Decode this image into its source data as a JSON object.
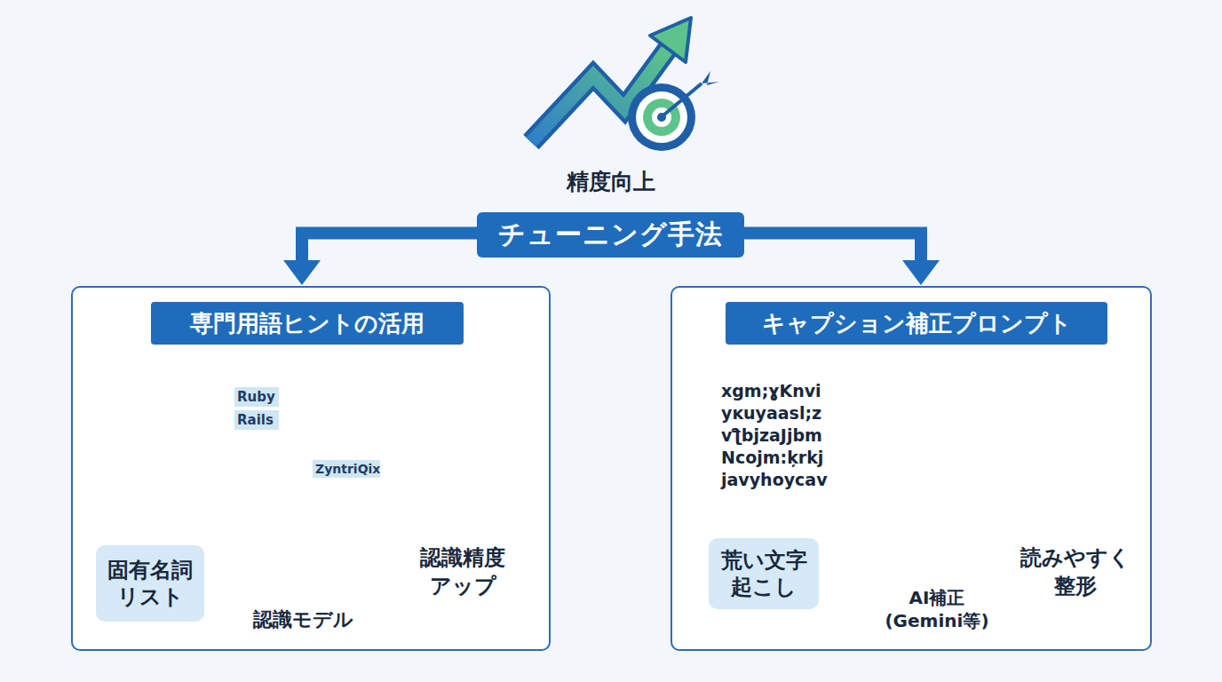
{
  "diagram": {
    "title": "精度向上",
    "nodes": [
      {
        "text": [
          "チューニング手法"
        ]
      },
      {
        "text": [
          "専門用語ヒントの活用"
        ]
      },
      {
        "text": [
          "キャプション補正プロンプト"
        ]
      },
      {
        "text": [
          "固有名詞 リスト"
        ],
        "in": 1
      },
      {
        "text": [
          "荒い文字 起こし"
        ],
        "in": 2
      }
    ],
    "edges": [
      {
        "from": 0,
        "to": 1,
        "arrow": "to"
      },
      {
        "from": 0,
        "to": 2,
        "arrow": "to"
      }
    ],
    "labels": [
      "Ruby",
      "Rails",
      "ZyntriQix",
      "認識モデル",
      "認識精度 アップ",
      "xgm;ɣKnvi yĸuyaasl;z vƪbjzaJjbm Ncojm:ķrkj javyhoycav",
      "AI補正 (Gemini等)",
      "読みやすく 整形"
    ]
  }
}
